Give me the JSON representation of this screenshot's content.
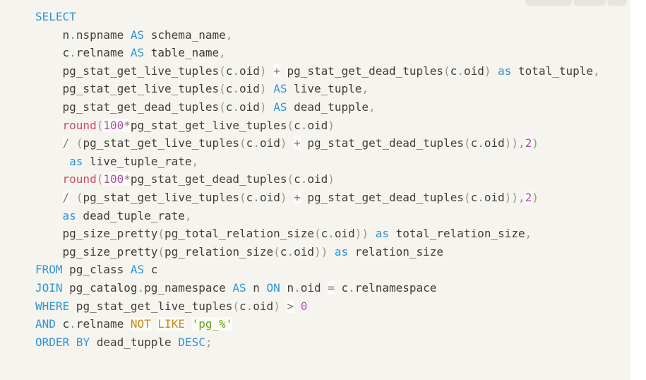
{
  "page": {
    "background": "#ffffff"
  },
  "code_block": {
    "language": "sql",
    "background": "#f6f4ef",
    "colors": {
      "plain": "#403c36",
      "keyword": "#2e95d3",
      "function": "#cb4b5f",
      "number": "#a650a0",
      "string": "#69a313",
      "word_operator": "#c98a1b",
      "operator": "#7d7a73",
      "punctuation": "#999690",
      "dot": "#6f94a9",
      "token_highlight": "rgba(255,255,255,0.62)"
    },
    "lines": [
      [
        [
          "k",
          "SELECT"
        ]
      ],
      [
        [
          "",
          "    n"
        ],
        [
          "dot",
          "."
        ],
        [
          "",
          "nspname "
        ],
        [
          "k",
          "AS"
        ],
        [
          "",
          " schema_name"
        ],
        [
          "p",
          ","
        ]
      ],
      [
        [
          "",
          "    c"
        ],
        [
          "dot",
          "."
        ],
        [
          "",
          "relname "
        ],
        [
          "k",
          "AS"
        ],
        [
          "",
          " table_name"
        ],
        [
          "p",
          ","
        ]
      ],
      [
        [
          "",
          "    pg_stat_get_live_tuples"
        ],
        [
          "p",
          "("
        ],
        [
          "",
          "c"
        ],
        [
          "dot",
          "."
        ],
        [
          "",
          "oid"
        ],
        [
          "p",
          ")"
        ],
        [
          "",
          " "
        ],
        [
          "op",
          "+"
        ],
        [
          "",
          " pg_stat_get_dead_tuples"
        ],
        [
          "p",
          "("
        ],
        [
          "",
          "c"
        ],
        [
          "dot",
          "."
        ],
        [
          "",
          "oid"
        ],
        [
          "p",
          ")"
        ],
        [
          "",
          " "
        ],
        [
          "k",
          "as"
        ],
        [
          "",
          " total_tuple"
        ],
        [
          "p",
          ","
        ]
      ],
      [
        [
          "",
          "    pg_stat_get_live_tuples"
        ],
        [
          "p",
          "("
        ],
        [
          "",
          "c"
        ],
        [
          "dot",
          "."
        ],
        [
          "",
          "oid"
        ],
        [
          "p",
          ")"
        ],
        [
          "",
          " "
        ],
        [
          "k",
          "AS"
        ],
        [
          "",
          " live_tuple"
        ],
        [
          "p",
          ","
        ]
      ],
      [
        [
          "",
          "    pg_stat_get_dead_tuples"
        ],
        [
          "p",
          "("
        ],
        [
          "",
          "c"
        ],
        [
          "dot",
          "."
        ],
        [
          "",
          "oid"
        ],
        [
          "p",
          ")"
        ],
        [
          "",
          " "
        ],
        [
          "k",
          "AS"
        ],
        [
          "",
          " dead_tupple"
        ],
        [
          "p",
          ","
        ]
      ],
      [
        [
          "",
          "    "
        ],
        [
          "f",
          "round"
        ],
        [
          "p",
          "("
        ],
        [
          "num",
          "100"
        ],
        [
          "op",
          "*"
        ],
        [
          "",
          "pg_stat_get_live_tuples"
        ],
        [
          "p",
          "("
        ],
        [
          "",
          "c"
        ],
        [
          "dot",
          "."
        ],
        [
          "",
          "oid"
        ],
        [
          "p",
          ")"
        ]
      ],
      [
        [
          "",
          "    "
        ],
        [
          "op",
          "/"
        ],
        [
          "",
          " "
        ],
        [
          "p",
          "("
        ],
        [
          "",
          "pg_stat_get_live_tuples"
        ],
        [
          "p",
          "("
        ],
        [
          "",
          "c"
        ],
        [
          "dot",
          "."
        ],
        [
          "",
          "oid"
        ],
        [
          "p",
          ")"
        ],
        [
          "",
          " "
        ],
        [
          "op",
          "+"
        ],
        [
          "",
          " pg_stat_get_dead_tuples"
        ],
        [
          "p",
          "("
        ],
        [
          "",
          "c"
        ],
        [
          "dot",
          "."
        ],
        [
          "",
          "oid"
        ],
        [
          "p",
          "))"
        ],
        [
          "p",
          ","
        ],
        [
          "num",
          "2"
        ],
        [
          "p",
          ")"
        ]
      ],
      [
        [
          "",
          "     "
        ],
        [
          "k",
          "as"
        ],
        [
          "",
          " live_tuple_rate"
        ],
        [
          "p",
          ","
        ]
      ],
      [
        [
          "",
          "    "
        ],
        [
          "f",
          "round"
        ],
        [
          "p",
          "("
        ],
        [
          "num",
          "100"
        ],
        [
          "op",
          "*"
        ],
        [
          "",
          "pg_stat_get_dead_tuples"
        ],
        [
          "p",
          "("
        ],
        [
          "",
          "c"
        ],
        [
          "dot",
          "."
        ],
        [
          "",
          "oid"
        ],
        [
          "p",
          ")"
        ]
      ],
      [
        [
          "",
          "    "
        ],
        [
          "op",
          "/"
        ],
        [
          "",
          " "
        ],
        [
          "p",
          "("
        ],
        [
          "",
          "pg_stat_get_live_tuples"
        ],
        [
          "p",
          "("
        ],
        [
          "",
          "c"
        ],
        [
          "dot",
          "."
        ],
        [
          "",
          "oid"
        ],
        [
          "p",
          ")"
        ],
        [
          "",
          " "
        ],
        [
          "op",
          "+"
        ],
        [
          "",
          " pg_stat_get_dead_tuples"
        ],
        [
          "p",
          "("
        ],
        [
          "",
          "c"
        ],
        [
          "dot",
          "."
        ],
        [
          "",
          "oid"
        ],
        [
          "p",
          "))"
        ],
        [
          "p",
          ","
        ],
        [
          "num",
          "2"
        ],
        [
          "p",
          ")"
        ]
      ],
      [
        [
          "",
          "    "
        ],
        [
          "k",
          "as"
        ],
        [
          "",
          " dead_tuple_rate"
        ],
        [
          "p",
          ","
        ]
      ],
      [
        [
          "",
          "    pg_size_pretty"
        ],
        [
          "p",
          "("
        ],
        [
          "",
          "pg_total_relation_size"
        ],
        [
          "p",
          "("
        ],
        [
          "",
          "c"
        ],
        [
          "dot",
          "."
        ],
        [
          "",
          "oid"
        ],
        [
          "p",
          "))"
        ],
        [
          "",
          " "
        ],
        [
          "k",
          "as"
        ],
        [
          "",
          " total_relation_size"
        ],
        [
          "p",
          ","
        ]
      ],
      [
        [
          "",
          "    pg_size_pretty"
        ],
        [
          "p",
          "("
        ],
        [
          "",
          "pg_relation_size"
        ],
        [
          "p",
          "("
        ],
        [
          "",
          "c"
        ],
        [
          "dot",
          "."
        ],
        [
          "",
          "oid"
        ],
        [
          "p",
          "))"
        ],
        [
          "",
          " "
        ],
        [
          "k",
          "as"
        ],
        [
          "",
          " relation_size"
        ]
      ],
      [
        [
          "k",
          "FROM"
        ],
        [
          "",
          " pg_class "
        ],
        [
          "k",
          "AS"
        ],
        [
          "",
          " c"
        ]
      ],
      [
        [
          "k",
          "JOIN"
        ],
        [
          "",
          " pg_catalog"
        ],
        [
          "dot",
          "."
        ],
        [
          "",
          "pg_namespace "
        ],
        [
          "k",
          "AS"
        ],
        [
          "",
          " n "
        ],
        [
          "k",
          "ON"
        ],
        [
          "",
          " n"
        ],
        [
          "dot",
          "."
        ],
        [
          "",
          "oid "
        ],
        [
          "op",
          "="
        ],
        [
          "",
          " c"
        ],
        [
          "dot",
          "."
        ],
        [
          "",
          "relnamespace"
        ]
      ],
      [
        [
          "k",
          "WHERE"
        ],
        [
          "",
          " pg_stat_get_live_tuples"
        ],
        [
          "p",
          "("
        ],
        [
          "",
          "c"
        ],
        [
          "dot",
          "."
        ],
        [
          "",
          "oid"
        ],
        [
          "p",
          ")"
        ],
        [
          "",
          " "
        ],
        [
          "op",
          ">"
        ],
        [
          "",
          " "
        ],
        [
          "num",
          "0"
        ]
      ],
      [
        [
          "k",
          "AND"
        ],
        [
          "",
          " c"
        ],
        [
          "dot",
          "."
        ],
        [
          "",
          "relname "
        ],
        [
          "wop",
          "NOT"
        ],
        [
          "",
          " "
        ],
        [
          "wop",
          "LIKE"
        ],
        [
          "",
          " "
        ],
        [
          "str",
          "'pg_%'"
        ]
      ],
      [
        [
          "k",
          "ORDER"
        ],
        [
          "",
          " "
        ],
        [
          "k",
          "BY"
        ],
        [
          "",
          " dead_tupple "
        ],
        [
          "k",
          "DESC"
        ],
        [
          "p",
          ";"
        ]
      ]
    ]
  },
  "toolbar": {
    "button_color": "#e8e5df",
    "button_widths": [
      66,
      46,
      28
    ]
  }
}
